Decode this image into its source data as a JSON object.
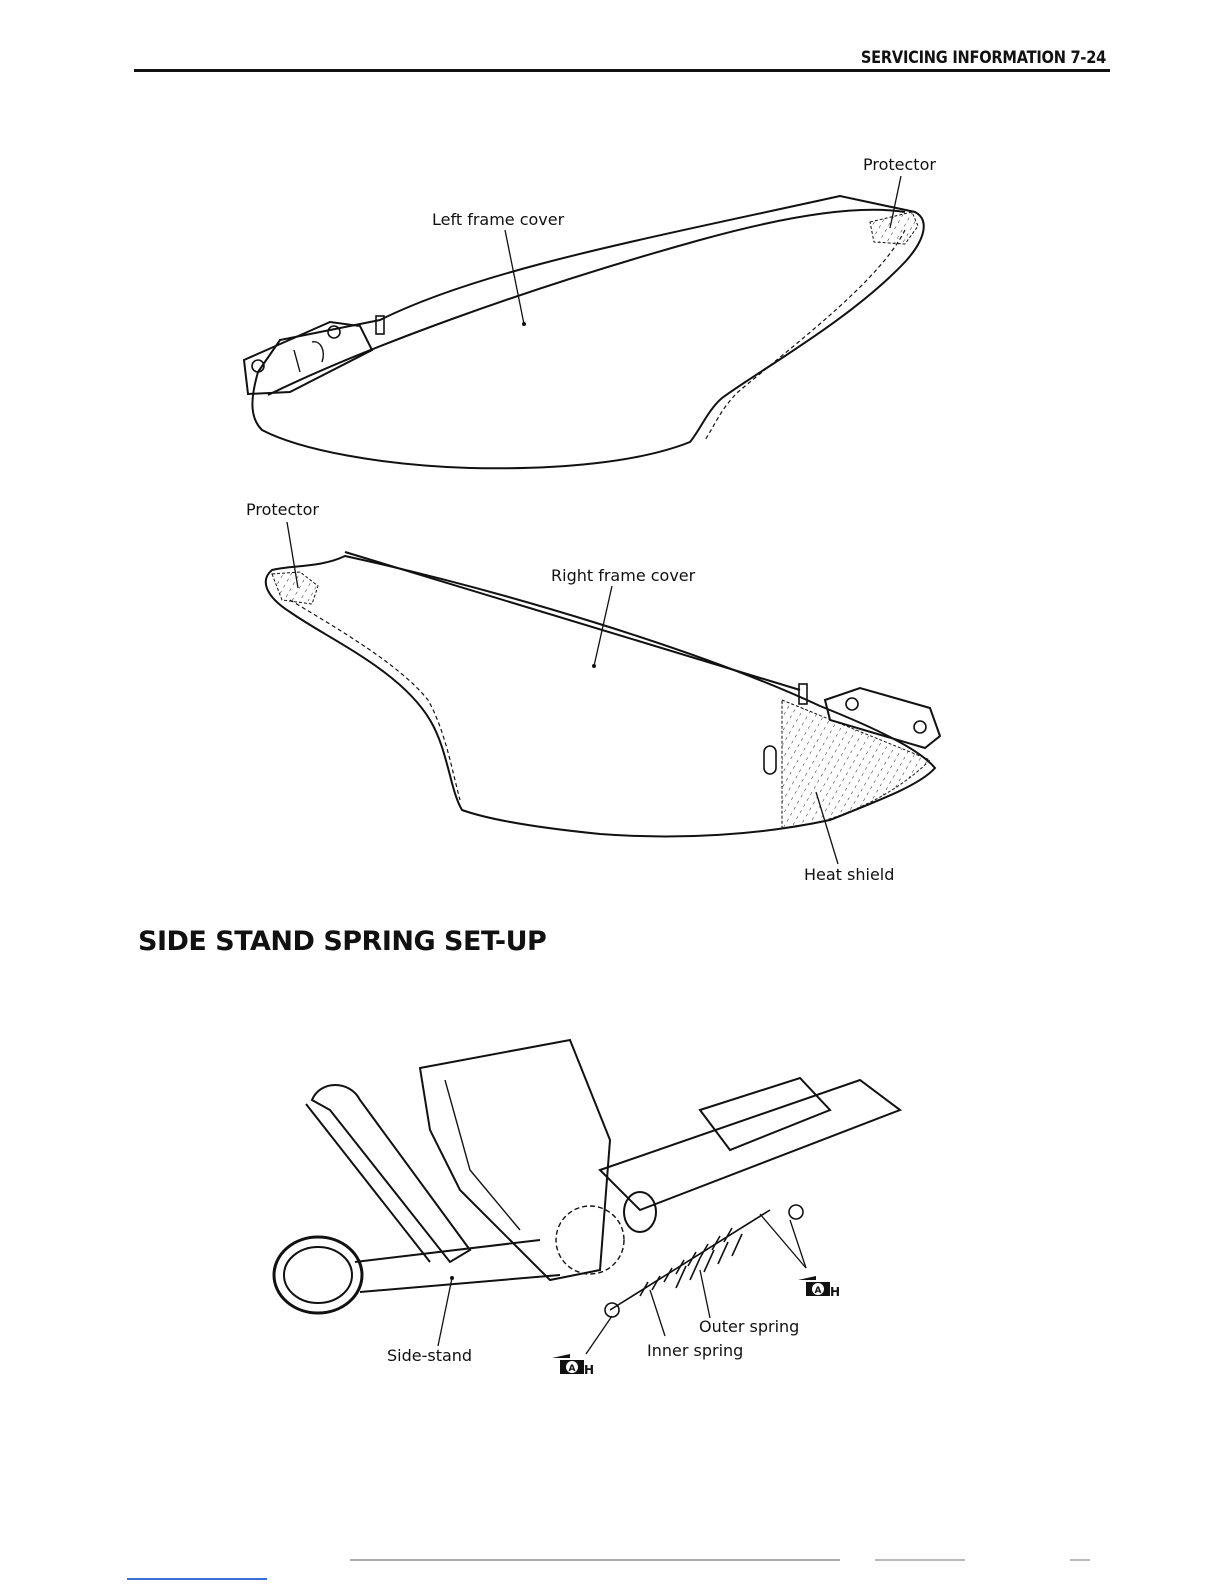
{
  "header": {
    "title": "SERVICING INFORMATION 7-24"
  },
  "figure_left_cover": {
    "label_protector": "Protector",
    "label_cover": "Left frame cover"
  },
  "figure_right_cover": {
    "label_protector": "Protector",
    "label_cover": "Right frame cover",
    "label_heat_shield": "Heat shield"
  },
  "section": {
    "title": "SIDE STAND SPRING SET-UP"
  },
  "figure_side_stand": {
    "label_side_stand": "Side-stand",
    "label_outer_spring": "Outer spring",
    "label_inner_spring": "Inner spring",
    "grease_symbol_letter": "A",
    "grease_symbol_suffix": "H"
  }
}
